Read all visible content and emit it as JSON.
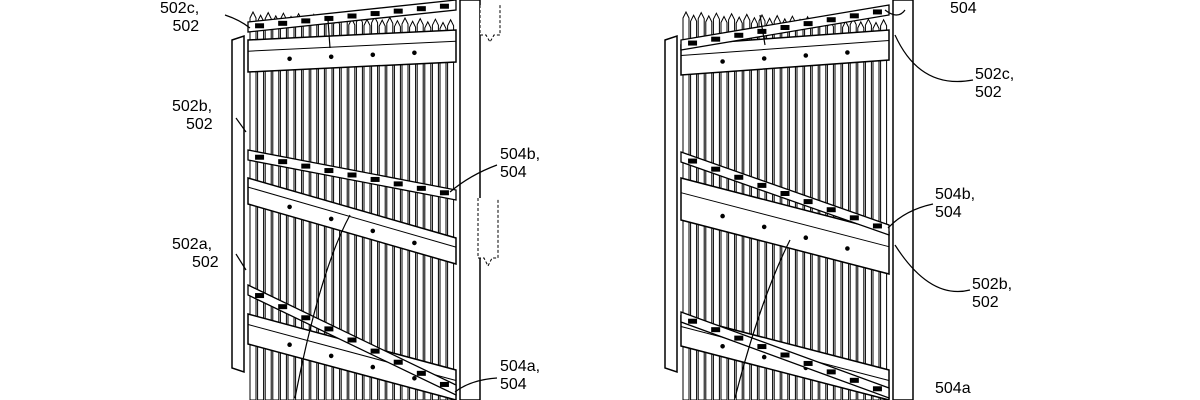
{
  "figure": {
    "left_fence": {
      "labels": [
        {
          "id": "502c",
          "line1": "502c,",
          "line2": "502"
        },
        {
          "id": "502b",
          "line1": "502b,",
          "line2": "502"
        },
        {
          "id": "502a",
          "line1": "502a,",
          "line2": "502"
        },
        {
          "id": "504b",
          "line1": "504b,",
          "line2": "504"
        },
        {
          "id": "504a",
          "line1": "504a,",
          "line2": "504"
        }
      ]
    },
    "right_fence": {
      "labels": [
        {
          "id": "504",
          "line1": "504"
        },
        {
          "id": "502c",
          "line1": "502c,",
          "line2": "502"
        },
        {
          "id": "504b",
          "line1": "504b,",
          "line2": "504"
        },
        {
          "id": "502b",
          "line1": "502b,",
          "line2": "502"
        },
        {
          "id": "504a",
          "line1": "504a"
        }
      ]
    },
    "line_color": "#000000",
    "background": "#ffffff"
  }
}
